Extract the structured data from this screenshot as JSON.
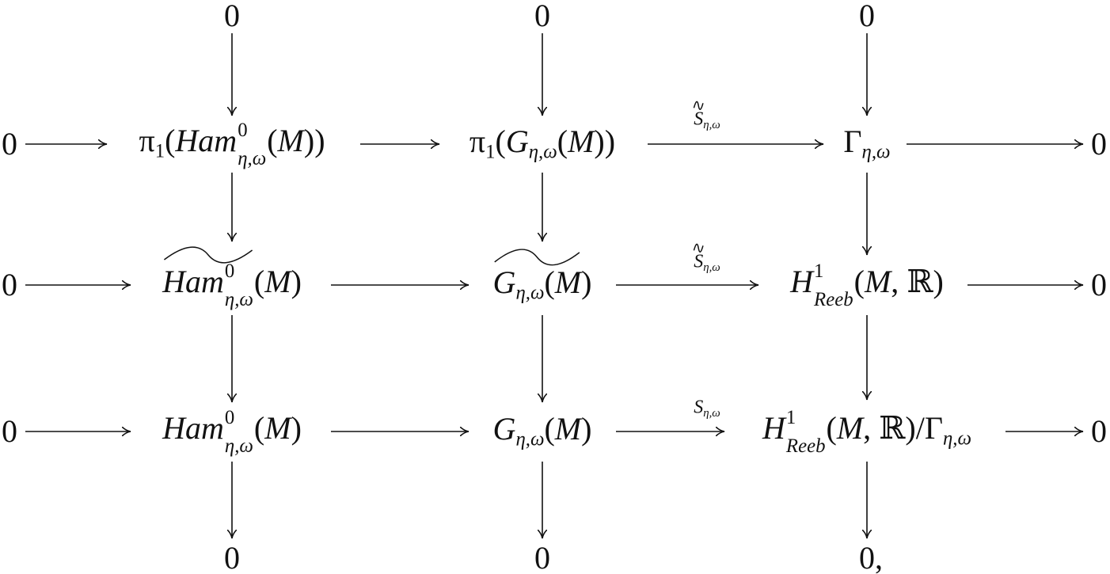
{
  "nodes": {
    "top0": [
      [
        {
          "t": "0"
        }
      ]
    ],
    "top1": [
      [
        {
          "t": "0"
        }
      ]
    ],
    "top2": [
      [
        {
          "t": "0"
        }
      ]
    ],
    "r1_left": [
      [
        {
          "t": "0"
        }
      ]
    ],
    "r1_c1": [
      [
        {
          "t": "π"
        },
        {
          "sub1": "1",
          "up": true
        },
        {
          "t": "("
        },
        {
          "t": "Ham",
          "i": true
        },
        {
          "sup": "0",
          "sub": "η,ω"
        },
        {
          "t": "("
        },
        {
          "t": "M",
          "i": true
        },
        {
          "t": "))"
        }
      ]
    ],
    "r1_c2": [
      [
        {
          "t": "π"
        },
        {
          "sub1": "1",
          "up": true
        },
        {
          "t": "("
        },
        {
          "t": "G",
          "i": true
        },
        {
          "sub1": "η,ω"
        },
        {
          "t": "("
        },
        {
          "t": "M",
          "i": true
        },
        {
          "t": "))"
        }
      ]
    ],
    "r1_c3": [
      [
        {
          "t": "Γ"
        },
        {
          "sub1": "η,ω"
        }
      ]
    ],
    "r1_right": [
      [
        {
          "t": "0"
        }
      ]
    ],
    "r2_left": [
      [
        {
          "t": "0"
        }
      ]
    ],
    "r2_c1": [
      [
        {
          "tilde": [
            {
              "t": "Ham",
              "i": true
            },
            {
              "sup": "0",
              "sub": "η,ω"
            }
          ]
        },
        {
          "t": "("
        },
        {
          "t": "M",
          "i": true
        },
        {
          "t": ")"
        }
      ]
    ],
    "r2_c2": [
      [
        {
          "tilde": [
            {
              "t": "G",
              "i": true
            },
            {
              "sub1": "η,ω"
            },
            {
              "t": "("
            },
            {
              "t": "M",
              "i": true
            }
          ]
        },
        {
          "t": ")"
        }
      ]
    ],
    "r2_c3": [
      [
        {
          "t": "H",
          "i": true
        },
        {
          "sup": "1",
          "sub": "Reeb"
        },
        {
          "t": "("
        },
        {
          "t": "M",
          "i": true
        },
        {
          "t": ", ℝ)"
        }
      ]
    ],
    "r2_right": [
      [
        {
          "t": "0"
        }
      ]
    ],
    "r3_left": [
      [
        {
          "t": "0"
        }
      ]
    ],
    "r3_c1": [
      [
        {
          "t": "Ham",
          "i": true
        },
        {
          "sup": "0",
          "sub": "η,ω"
        },
        {
          "t": "("
        },
        {
          "t": "M",
          "i": true
        },
        {
          "t": ")"
        }
      ]
    ],
    "r3_c2": [
      [
        {
          "t": "G",
          "i": true
        },
        {
          "sub1": "η,ω"
        },
        {
          "t": "("
        },
        {
          "t": "M",
          "i": true
        },
        {
          "t": ")"
        }
      ]
    ],
    "r3_c3": [
      [
        {
          "t": "H",
          "i": true
        },
        {
          "sup": "1",
          "sub": "Reeb"
        },
        {
          "t": "("
        },
        {
          "t": "M",
          "i": true
        },
        {
          "t": ", ℝ)/Γ"
        },
        {
          "sub1": "η,ω"
        }
      ]
    ],
    "r3_right": [
      [
        {
          "t": "0"
        }
      ]
    ],
    "bot0": [
      [
        {
          "t": "0"
        }
      ]
    ],
    "bot1": [
      [
        {
          "t": "0"
        }
      ]
    ],
    "bot2": [
      [
        {
          "t": "0,"
        }
      ]
    ]
  },
  "arrow_labels": {
    "r1_s_tilde": [
      [
        {
          "tilde": [
            {
              "t": "S",
              "i": true
            }
          ]
        },
        {
          "sub1": "η,ω"
        }
      ]
    ],
    "r2_s_tilde": [
      [
        {
          "tilde": [
            {
              "t": "S",
              "i": true
            }
          ]
        },
        {
          "sub1": "η,ω"
        }
      ]
    ],
    "r3_s": [
      [
        {
          "t": "S",
          "i": true
        },
        {
          "sub1": "η,ω"
        }
      ]
    ]
  }
}
